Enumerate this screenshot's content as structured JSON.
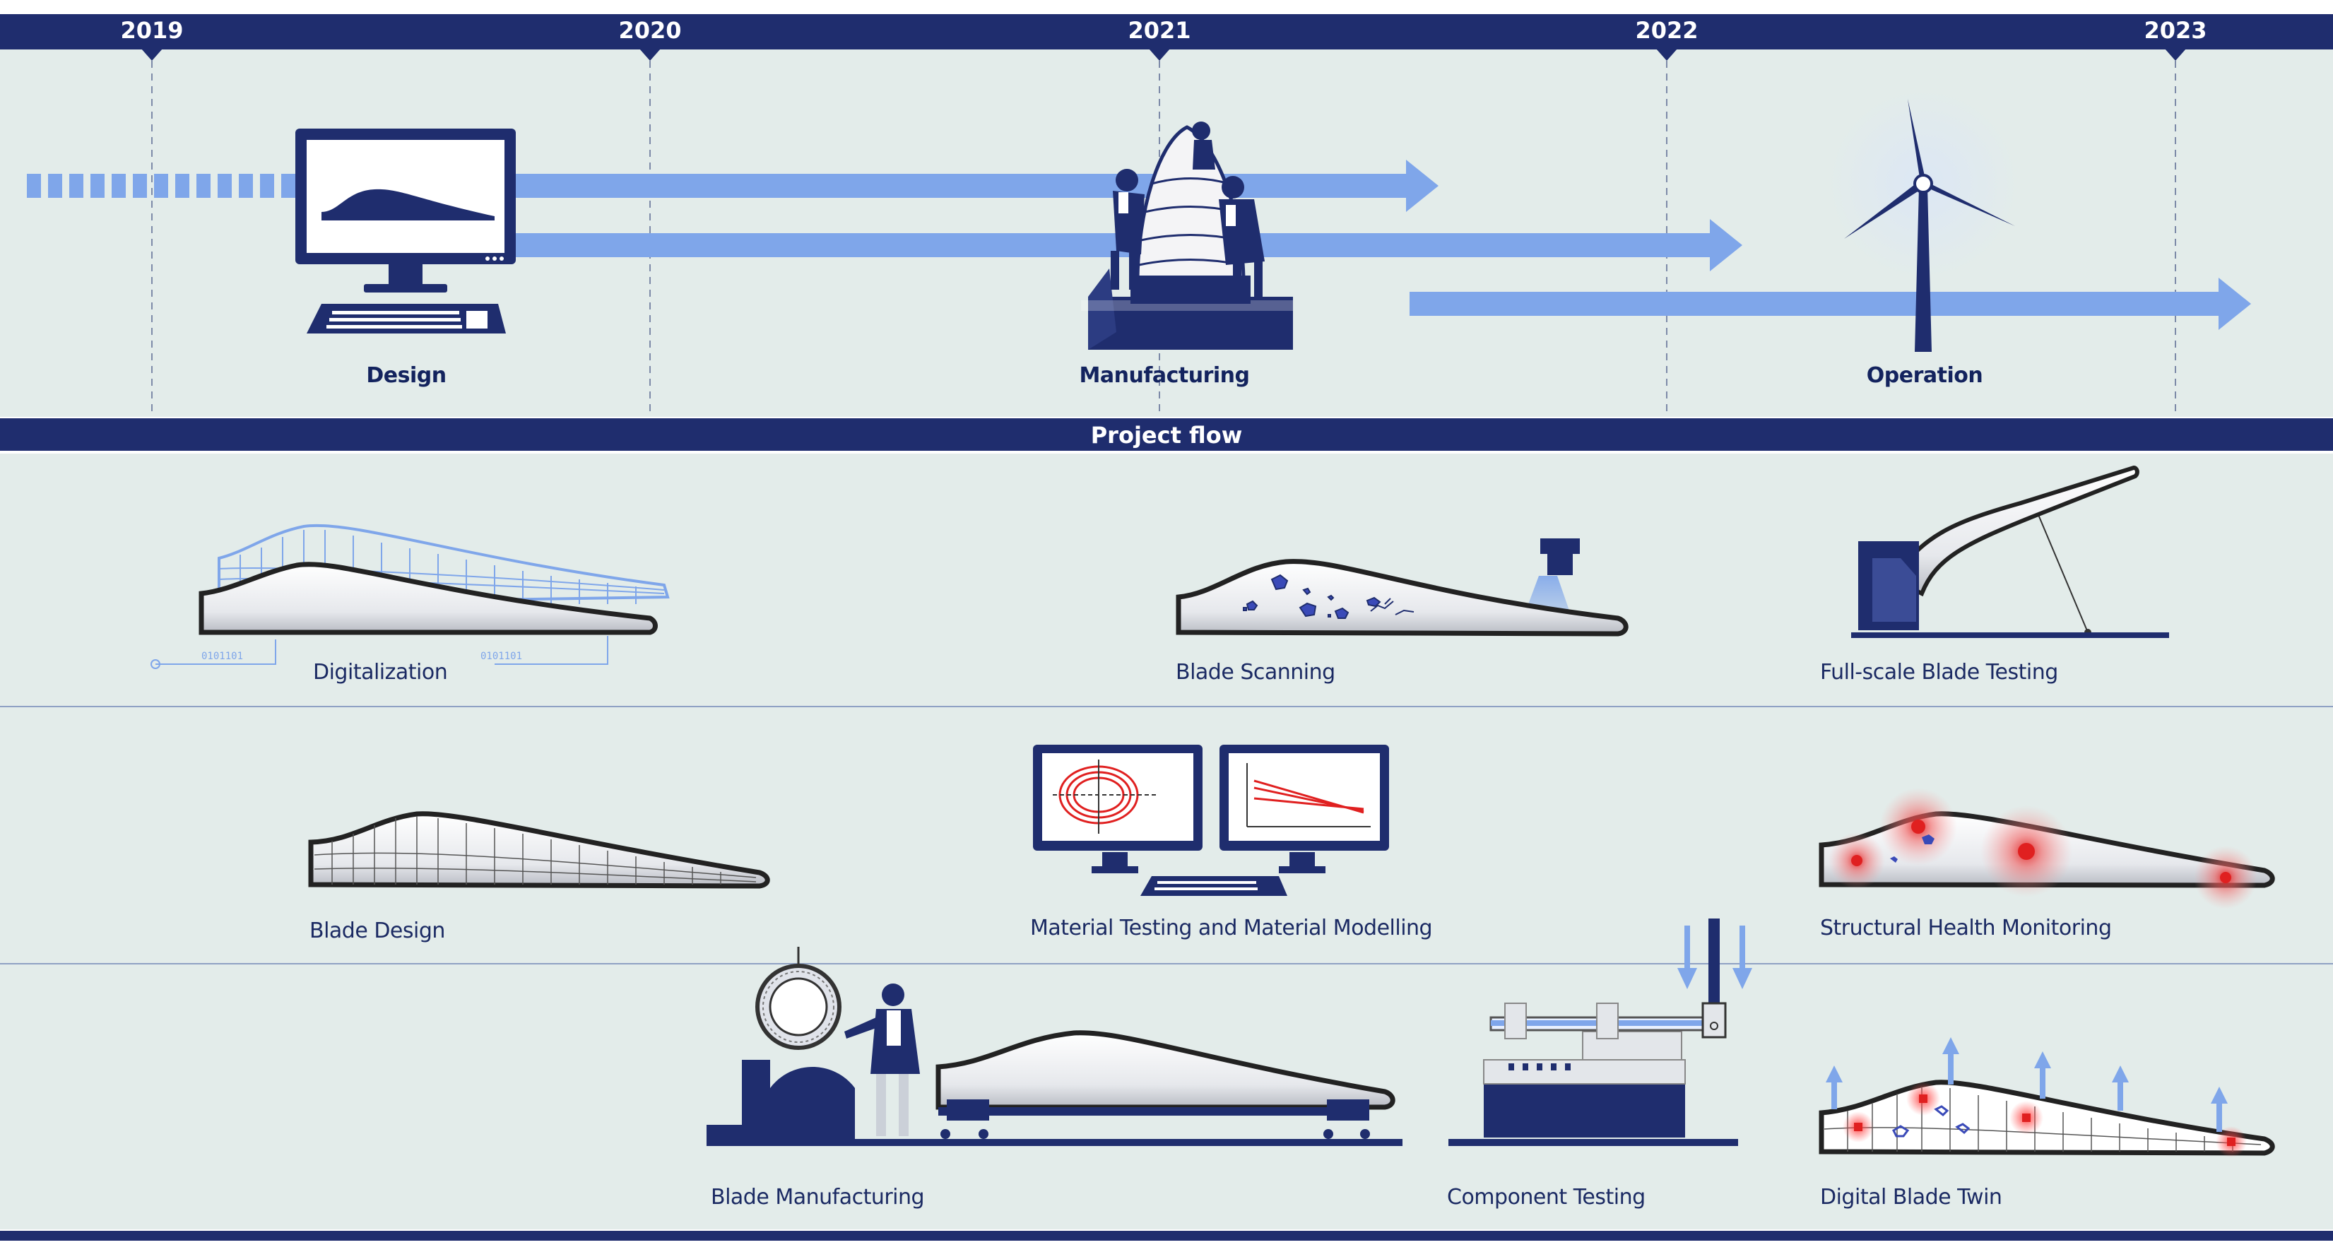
{
  "timeline": {
    "years": [
      "2019",
      "2020",
      "2021",
      "2022",
      "2023"
    ],
    "phases": {
      "design": "Design",
      "manufacturing": "Manufacturing",
      "operation": "Operation"
    }
  },
  "section_title": "Project flow",
  "modules": {
    "digitalization": "Digitalization",
    "binary_a": "0101101",
    "binary_b": "0101101",
    "blade_scanning": "Blade Scanning",
    "full_scale_testing": "Full-scale Blade Testing",
    "blade_design": "Blade Design",
    "material_testing": "Material Testing and Material Modelling",
    "shm": "Structural Health Monitoring",
    "blade_manufacturing": "Blade Manufacturing",
    "component_testing": "Component Testing",
    "digital_twin": "Digital Blade Twin"
  },
  "colors": {
    "navy": "#1f2d6e",
    "arrow": "#7fa6ea",
    "bg_panel": "#e3ecea",
    "damage_red": "#e02020"
  }
}
